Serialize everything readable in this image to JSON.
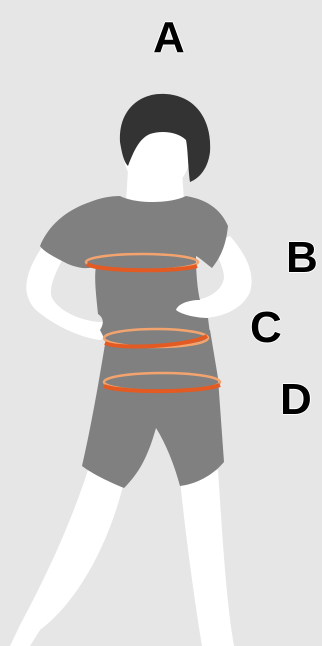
{
  "labels": {
    "a": "A",
    "b": "B",
    "c": "C",
    "d": "D"
  },
  "colors": {
    "background": "#e6e6e6",
    "body": "#ffffff",
    "hair": "#333333",
    "clothing": "#808080",
    "ring_dark": "#e35a22",
    "ring_light": "#f3a46e"
  },
  "icons": {
    "figure": "person-silhouette-icon",
    "ring": "measuring-tape-ring-icon"
  }
}
